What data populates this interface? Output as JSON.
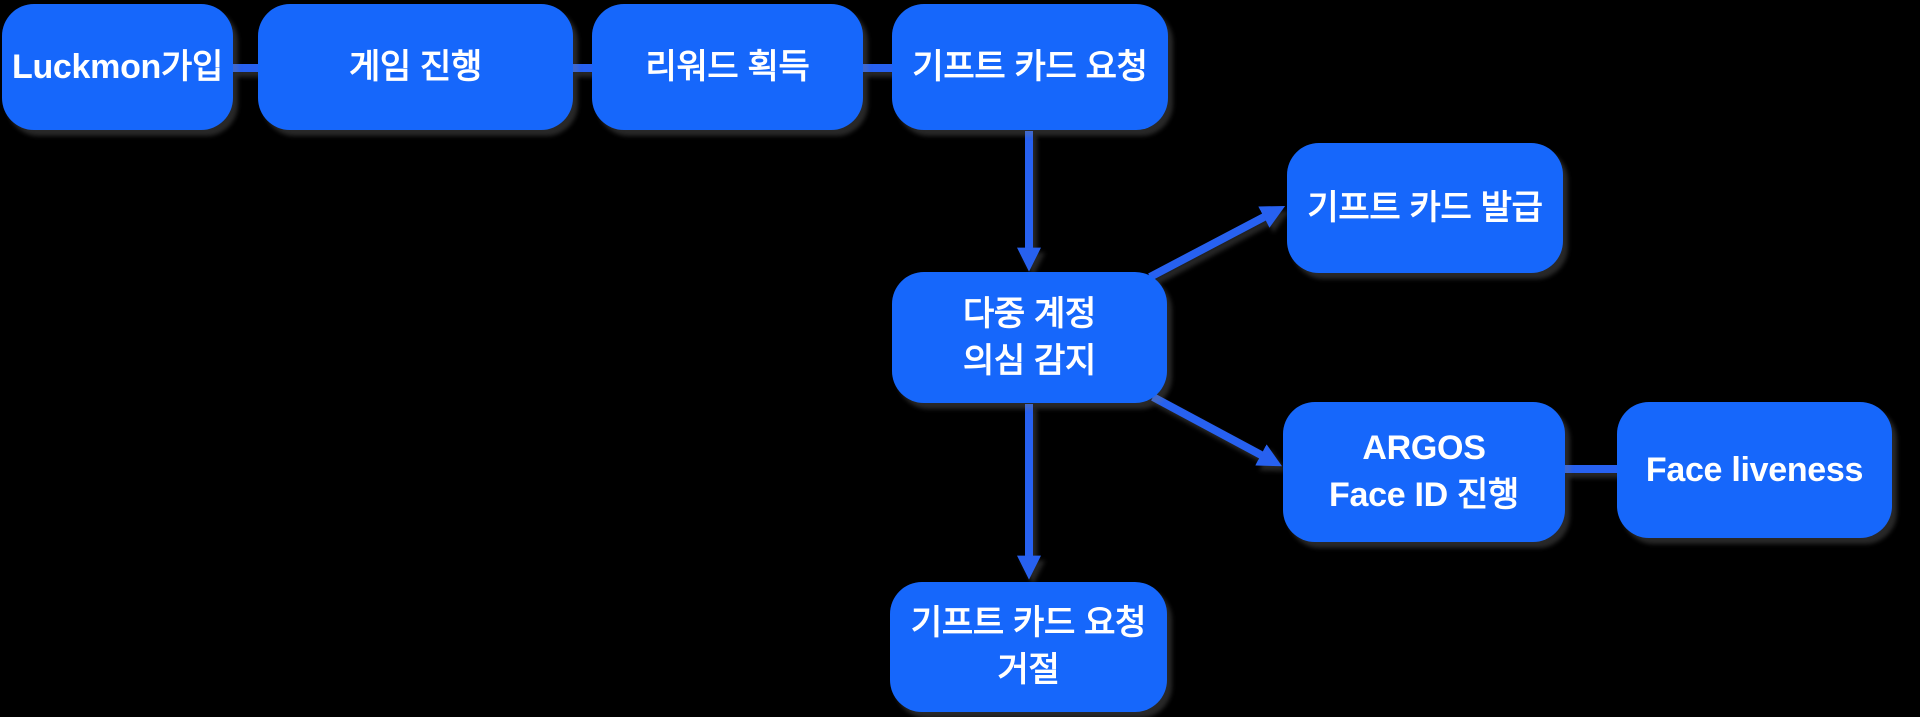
{
  "diagram": {
    "title": "Luckmon gift card fraud-check flow",
    "background_color": "#000000",
    "node_fill_color": "#1667fb",
    "connector_color": "#2761f0",
    "text_color": "#ffffff",
    "nodes": [
      {
        "id": "signup",
        "label": "Luckmon가입"
      },
      {
        "id": "game",
        "label": "게임 진행"
      },
      {
        "id": "reward",
        "label": "리워드 획득"
      },
      {
        "id": "giftcard-request",
        "label": "기프트 카드 요청"
      },
      {
        "id": "multi-account",
        "label": "다중 계정\n의심 감지"
      },
      {
        "id": "giftcard-issue",
        "label": "기프트 카드 발급"
      },
      {
        "id": "argos-faceid",
        "label": "ARGOS\nFace ID 진행"
      },
      {
        "id": "face-liveness",
        "label": "Face liveness"
      },
      {
        "id": "giftcard-reject",
        "label": "기프트 카드 요청\n거절"
      }
    ],
    "edges": [
      {
        "from": "signup",
        "to": "game",
        "arrow": false
      },
      {
        "from": "game",
        "to": "reward",
        "arrow": false
      },
      {
        "from": "reward",
        "to": "giftcard-request",
        "arrow": false
      },
      {
        "from": "giftcard-request",
        "to": "multi-account",
        "arrow": true
      },
      {
        "from": "multi-account",
        "to": "giftcard-issue",
        "arrow": true
      },
      {
        "from": "multi-account",
        "to": "argos-faceid",
        "arrow": true
      },
      {
        "from": "multi-account",
        "to": "giftcard-reject",
        "arrow": true
      },
      {
        "from": "argos-faceid",
        "to": "face-liveness",
        "arrow": false
      }
    ]
  }
}
